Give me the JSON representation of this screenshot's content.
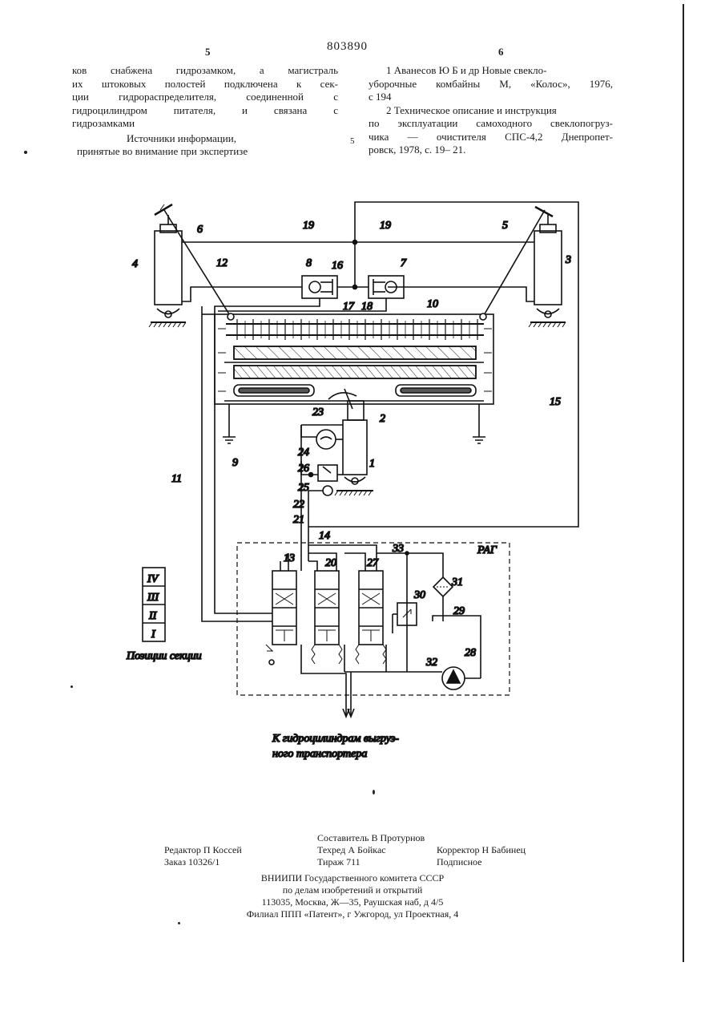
{
  "header": {
    "patent_number": "803890",
    "left_page": "5",
    "right_page": "6"
  },
  "left_column": {
    "lines": [
      "ков снабжена гидрозамком, а магистраль",
      "их штоковых полостей подключена к сек-",
      "ции гидрораспределителя, соединенной с",
      "гидроцилиндром питателя, и связана с",
      "гидрозамками"
    ],
    "sources_heading": [
      "Источники информации,",
      "принятые во внимание при экспертизе"
    ]
  },
  "margin_number": "5",
  "right_column": {
    "ref1": [
      "1 Аванесов Ю Б и др Новые свекло-",
      "уборочные комбайны М, «Колос», 1976,",
      "с 194"
    ],
    "ref2": [
      "2 Техническое описание и инструкция",
      "по эксплуатации самоходного свеклопогруз-",
      "чика — очистителя СПС-4,2 Днепропет-",
      "ровск, 1978, с. 19– 21."
    ]
  },
  "figure": {
    "block_label": "РАГ",
    "positions_caption": "Позиции секции",
    "positions": [
      "IV",
      "III",
      "II",
      "I"
    ],
    "bottom_caption": [
      "К гидроцилиндрам выгруз-",
      "ного транспортера"
    ],
    "labels": {
      "n1": "1",
      "n2": "2",
      "n3": "3",
      "n4": "4",
      "n5": "5",
      "n6": "6",
      "n7": "7",
      "n8": "8",
      "n9": "9",
      "n10": "10",
      "n11": "11",
      "n12": "12",
      "n13": "13",
      "n14": "14",
      "n15": "15",
      "n16": "16",
      "n17": "17",
      "n18": "18",
      "n19a": "19",
      "n19b": "19",
      "n20": "20",
      "n21": "21",
      "n22": "22",
      "n23": "23",
      "n24": "24",
      "n25": "25",
      "n26": "26",
      "n27": "27",
      "n28": "28",
      "n29": "29",
      "n30": "30",
      "n31": "31",
      "n32": "32",
      "n33": "33"
    }
  },
  "footer": {
    "compiler": "Составитель В Протурнов",
    "editor": "Редактор П Коссей",
    "tech_editor": "Техред А Бойкас",
    "corrector": "Корректор Н Бабинец",
    "order": "Заказ 10326/1",
    "circulation": "Тираж 711",
    "subscription": "Подписное",
    "imprint": [
      "ВНИИПИ Государственного комитета СССР",
      "по делам изобретений и открытий",
      "113035, Москва, Ж—35, Раушская наб, д 4/5",
      "Филиал ППП «Патент», г Ужгород, ул Проектная, 4"
    ]
  }
}
